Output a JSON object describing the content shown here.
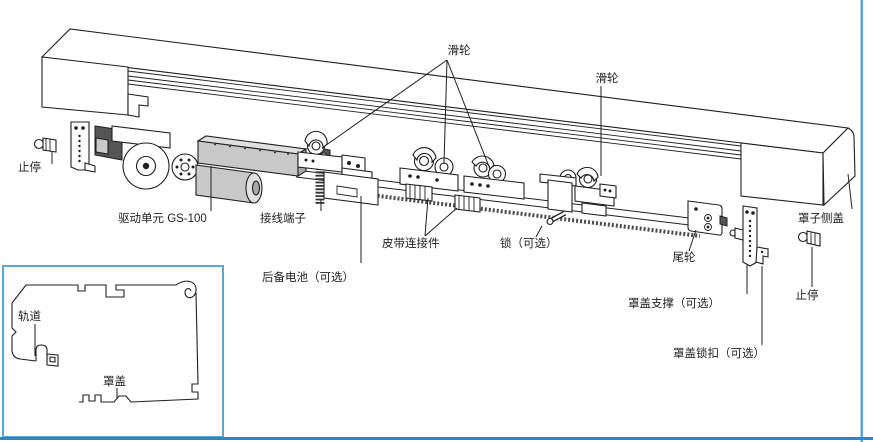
{
  "colors": {
    "line": "#1f1f1f",
    "accent_blue": "#56a8dc",
    "accent_blue_dark": "#2e86c1",
    "fill_gray": "#c9c9c9",
    "background": "#ffffff"
  },
  "diagram": {
    "callouts": {
      "pulleys": "滑轮",
      "pulley_tail": "滑轮",
      "stop_left": "止停",
      "drive_unit": "驱动单元 GS-100",
      "terminal": "接线端子",
      "battery": "后备电池（可选）",
      "belt_connector": "皮带连接件",
      "lock": "锁（可选）",
      "tail_pulley": "尾轮",
      "cover_side_cap": "罩子侧盖",
      "stop_right": "止停",
      "cover_support": "罩盖支撑（可选）",
      "cover_latch": "罩盖锁扣（可选）"
    },
    "inset": {
      "track": "轨道",
      "cover": "罩盖"
    }
  }
}
